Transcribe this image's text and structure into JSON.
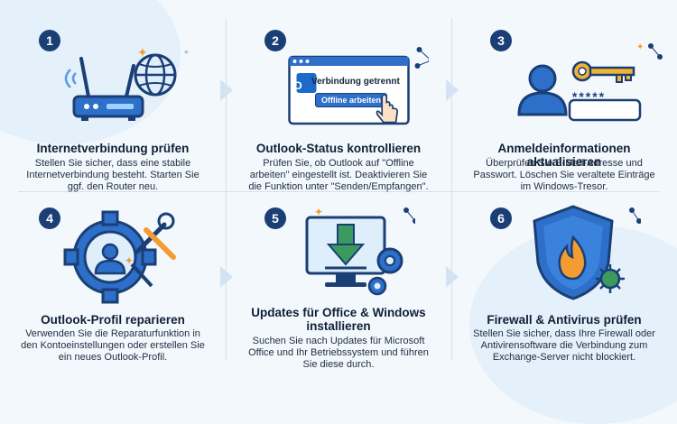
{
  "steps": [
    {
      "number": "1",
      "title": "Internetverbindung prüfen",
      "desc": "Stellen Sie sicher, dass eine stabile Internetverbindung besteht. Starten Sie ggf. den Router neu."
    },
    {
      "number": "2",
      "title": "Outlook-Status kontrollieren",
      "desc": "Prüfen Sie, ob Outlook auf \"Offline arbeiten\" eingestellt ist. Deaktivieren Sie die Funktion unter \"Senden/Empfangen\"."
    },
    {
      "number": "3",
      "title": "Anmeldeinformationen aktualisieren",
      "desc": "Überprüfen Sie E-Mail-Adresse und Passwort. Löschen Sie veraltete Einträge im Windows-Tresor."
    },
    {
      "number": "4",
      "title": "Outlook-Profil reparieren",
      "desc": "Verwenden Sie die Reparaturfunktion in den Kontoeinstellungen oder erstellen Sie ein neues Outlook-Profil."
    },
    {
      "number": "5",
      "title": "Updates für Office & Windows installieren",
      "desc": "Suchen Sie nach Updates für Microsoft Office und Ihr Betriebssystem und führen Sie diese durch."
    },
    {
      "number": "6",
      "title": "Firewall & Antivirus prüfen",
      "desc": "Stellen Sie sicher, dass Ihre Firewall oder Antivirensoftware die Verbindung zum Exchange-Server nicht blockiert."
    }
  ],
  "outlook_window": {
    "status_text": "Verbindung getrennt",
    "button_label": "Offline arbeiten",
    "app_letter": "O"
  },
  "password_mask": "*****",
  "icons": [
    "router-icon",
    "globe-icon",
    "outlook-window-icon",
    "user-key-icon",
    "gear-user-icon",
    "download-monitor-icon",
    "shield-fire-icon"
  ],
  "colors": {
    "navy": "#1b3f75",
    "blue": "#2d6fc9",
    "light_blue": "#d2e4f3",
    "orange": "#f39c32",
    "gold": "#f2b233",
    "green": "#3c9a5f"
  }
}
